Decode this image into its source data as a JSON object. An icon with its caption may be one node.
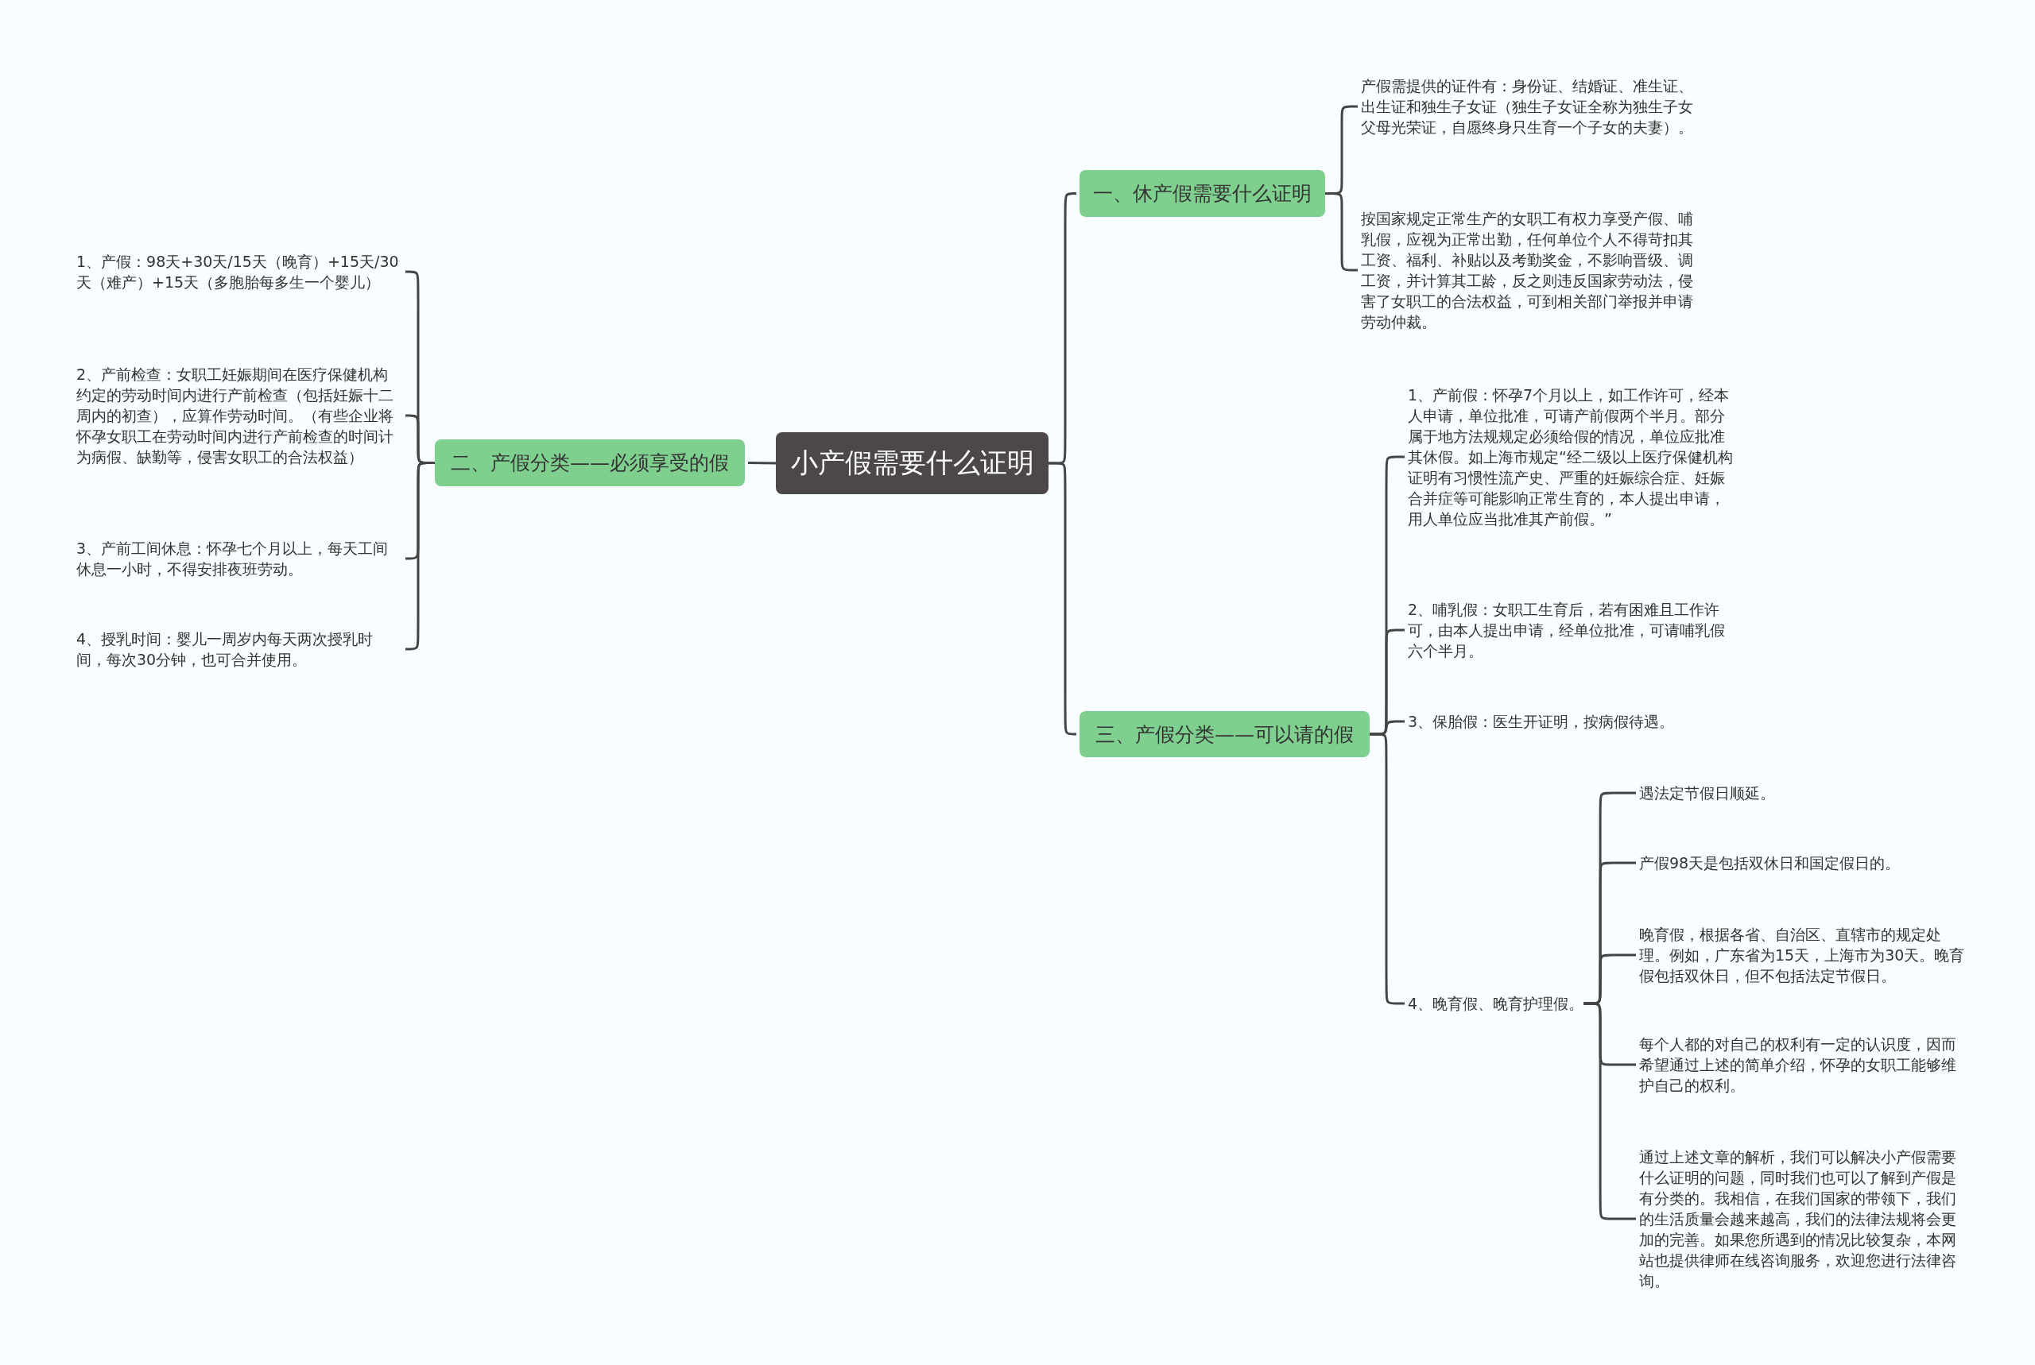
{
  "diagram": {
    "nodes": [
      {
        "text": [
          "小产假需要什么证明"
        ]
      },
      {
        "text": [
          "一、休产假需要什么证明"
        ]
      },
      {
        "text": [
          "产假需提供的证件有：身份证、结婚证、准生证、出生证和独生子女证（独生子女证全称为独生子女父母光荣证，自愿终身只生育一个子女的夫妻）。"
        ]
      },
      {
        "text": [
          "按国家规定正常生产的女职工有权力享受产假、哺乳假，应视为正常出勤，任何单位个人不得苛扣其工资、福利、补贴以及考勤奖金，不影响晋级、调工资，并计算其工龄，反之则违反国家劳动法，侵害了女职工的合法权益，可到相关部门举报并申请劳动仲裁。"
        ]
      },
      {
        "text": [
          "二、产假分类——必须享受的假"
        ]
      },
      {
        "text": [
          "1、产假：98天+30天/15天（晚育）+15天/30天（难产）+15天（多胞胎每多生一个婴儿）"
        ]
      },
      {
        "text": [
          "2、产前检查：女职工妊娠期间在医疗保健机构约定的劳动时间内进行产前检查（包括妊娠十二周内的初查），应算作劳动时间。（有些企业将怀孕女职工在劳动时间内进行产前检查的时间计为病假、缺勤等，侵害女职工的合法权益）"
        ]
      },
      {
        "text": [
          "3、产前工间休息：怀孕七个月以上，每天工间休息一小时，不得安排夜班劳动。"
        ]
      },
      {
        "text": [
          "4、授乳时间：婴儿一周岁内每天两次授乳时间，每次30分钟，也可合并使用。"
        ]
      },
      {
        "text": [
          "三、产假分类——可以请的假"
        ]
      },
      {
        "text": [
          "1、产前假：怀孕7个月以上，如工作许可，经本人申请，单位批准，可请产前假两个半月。部分属于地方法规规定必须给假的情况，单位应批准其休假。如上海市规定“经二级以上医疗保健机构证明有习惯性流产史、严重的妊娠综合症、妊娠合并症等可能影响正常生育的，本人提出申请，用人单位应当批准其产前假。”"
        ]
      },
      {
        "text": [
          "2、哺乳假：女职工生育后，若有困难且工作许可，由本人提出申请，经单位批准，可请哺乳假六个半月。"
        ]
      },
      {
        "text": [
          "3、保胎假：医生开证明，按病假待遇。"
        ]
      },
      {
        "text": [
          "4、晚育假、晚育护理假。"
        ]
      },
      {
        "text": [
          "遇法定节假日顺延。"
        ]
      },
      {
        "text": [
          "产假98天是包括双休日和国定假日的。"
        ]
      },
      {
        "text": [
          "晚育假，根据各省、自治区、直辖市的规定处理。例如，广东省为15天，上海市为30天。晚育假包括双休日，但不包括法定节假日。"
        ]
      },
      {
        "text": [
          "每个人都的对自己的权利有一定的认识度，因而希望通过上述的简单介绍，怀孕的女职工能够维护自己的权利。"
        ]
      },
      {
        "text": [
          "通过上述文章的解析，我们可以解决小产假需要什么证明的问题，同时我们也可以了解到产假是有分类的。我相信，在我们国家的带领下，我们的生活质量会越来越高，我们的法律法规将会更加的完善。如果您所遇到的情况比较复杂，本网站也提供律师在线咨询服务，欢迎您进行法律咨询。"
        ]
      }
    ],
    "edges": [
      {
        "from": 0,
        "to": 1,
        "arrow": "none"
      },
      {
        "from": 1,
        "to": 2,
        "arrow": "none"
      },
      {
        "from": 1,
        "to": 3,
        "arrow": "none"
      },
      {
        "from": 0,
        "to": 4,
        "arrow": "none"
      },
      {
        "from": 4,
        "to": 5,
        "arrow": "none"
      },
      {
        "from": 4,
        "to": 6,
        "arrow": "none"
      },
      {
        "from": 4,
        "to": 7,
        "arrow": "none"
      },
      {
        "from": 4,
        "to": 8,
        "arrow": "none"
      },
      {
        "from": 0,
        "to": 9,
        "arrow": "none"
      },
      {
        "from": 9,
        "to": 10,
        "arrow": "none"
      },
      {
        "from": 9,
        "to": 11,
        "arrow": "none"
      },
      {
        "from": 9,
        "to": 12,
        "arrow": "none"
      },
      {
        "from": 9,
        "to": 13,
        "arrow": "none"
      },
      {
        "from": 13,
        "to": 14,
        "arrow": "none"
      },
      {
        "from": 13,
        "to": 15,
        "arrow": "none"
      },
      {
        "from": 13,
        "to": 16,
        "arrow": "none"
      },
      {
        "from": 13,
        "to": 17,
        "arrow": "none"
      },
      {
        "from": 13,
        "to": 18,
        "arrow": "none"
      }
    ]
  }
}
